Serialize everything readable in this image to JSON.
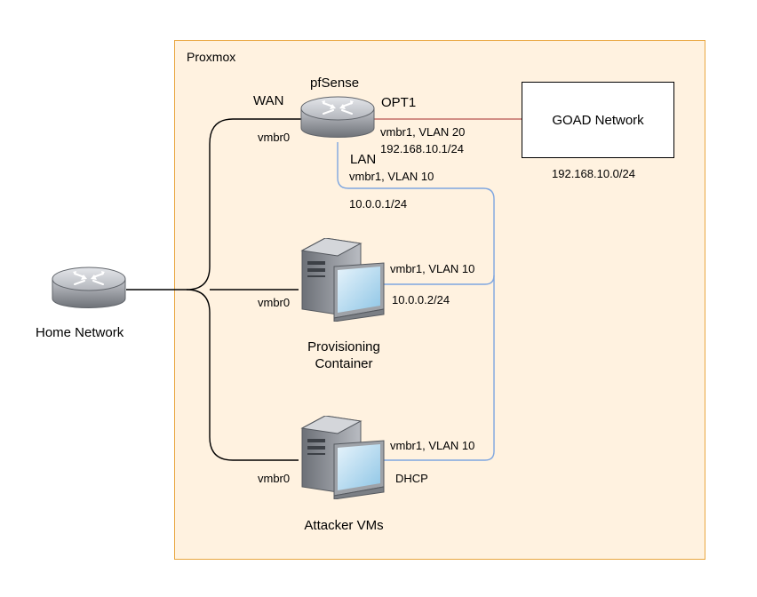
{
  "proxmox": {
    "label": "Proxmox"
  },
  "pfsense": {
    "name": "pfSense",
    "wan_label": "WAN",
    "wan_iface": "vmbr0",
    "opt1_label": "OPT1",
    "opt1_vlan": "vmbr1, VLAN 20",
    "opt1_ip": "192.168.10.1/24",
    "lan_label": "LAN",
    "lan_vlan": "vmbr1, VLAN 10",
    "lan_ip": "10.0.0.1/24"
  },
  "goad": {
    "name": "GOAD Network",
    "subnet": "192.168.10.0/24"
  },
  "home": {
    "name": "Home Network"
  },
  "provisioning": {
    "name_line1": "Provisioning",
    "name_line2": "Container",
    "iface": "vmbr0",
    "vlan": "vmbr1, VLAN 10",
    "ip": "10.0.0.2/24"
  },
  "attacker": {
    "name": "Attacker VMs",
    "iface": "vmbr0",
    "vlan": "vmbr1, VLAN 10",
    "ip": "DHCP"
  },
  "colors": {
    "container_fill": "#fff2e0",
    "container_border": "#e9a640",
    "wan_line": "#000000",
    "lan_line": "#7ea6e0",
    "opt1_line": "#b85450"
  },
  "icons": [
    "router-icon",
    "server-icon"
  ]
}
